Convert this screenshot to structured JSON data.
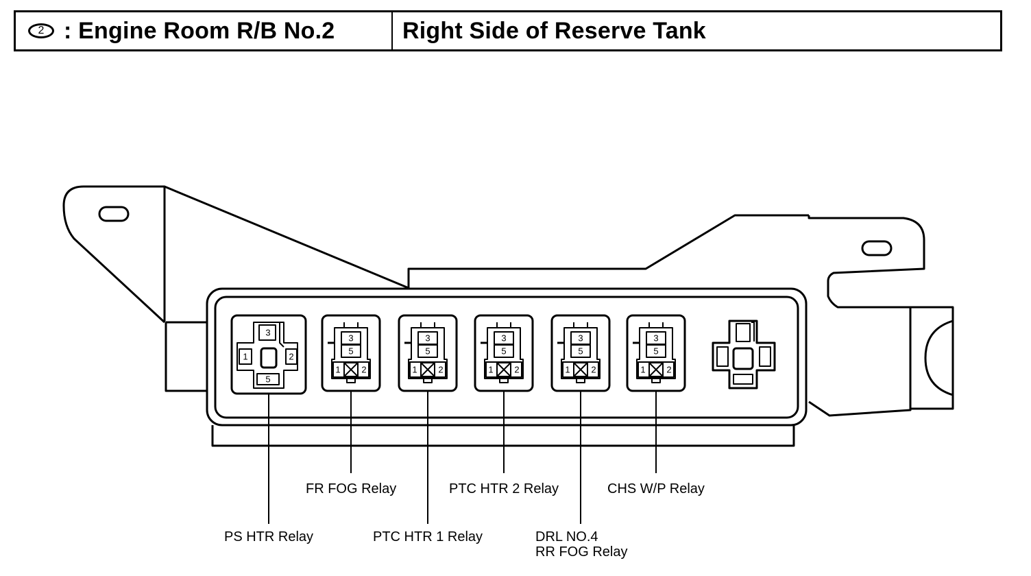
{
  "header": {
    "badge": "2",
    "location": ": Engine Room R/B No.2",
    "position": "Right Side of Reserve Tank"
  },
  "relays": [
    {
      "id": "ps-htr",
      "label": "PS HTR Relay",
      "label2": "",
      "pins": [
        "3",
        "1",
        "2",
        "5"
      ]
    },
    {
      "id": "fr-fog",
      "label": "FR FOG Relay",
      "label2": "",
      "pins": [
        "3",
        "5",
        "1",
        "2"
      ]
    },
    {
      "id": "ptc-htr-1",
      "label": "PTC HTR 1 Relay",
      "label2": "",
      "pins": [
        "3",
        "5",
        "1",
        "2"
      ]
    },
    {
      "id": "ptc-htr-2",
      "label": "PTC HTR 2 Relay",
      "label2": "",
      "pins": [
        "3",
        "5",
        "1",
        "2"
      ]
    },
    {
      "id": "drl-no4",
      "label": "DRL NO.4",
      "label2": "RR FOG Relay",
      "pins": [
        "3",
        "5",
        "1",
        "2"
      ]
    },
    {
      "id": "chs-wp",
      "label": "CHS W/P Relay",
      "label2": "",
      "pins": [
        "3",
        "5",
        "1",
        "2"
      ]
    }
  ]
}
